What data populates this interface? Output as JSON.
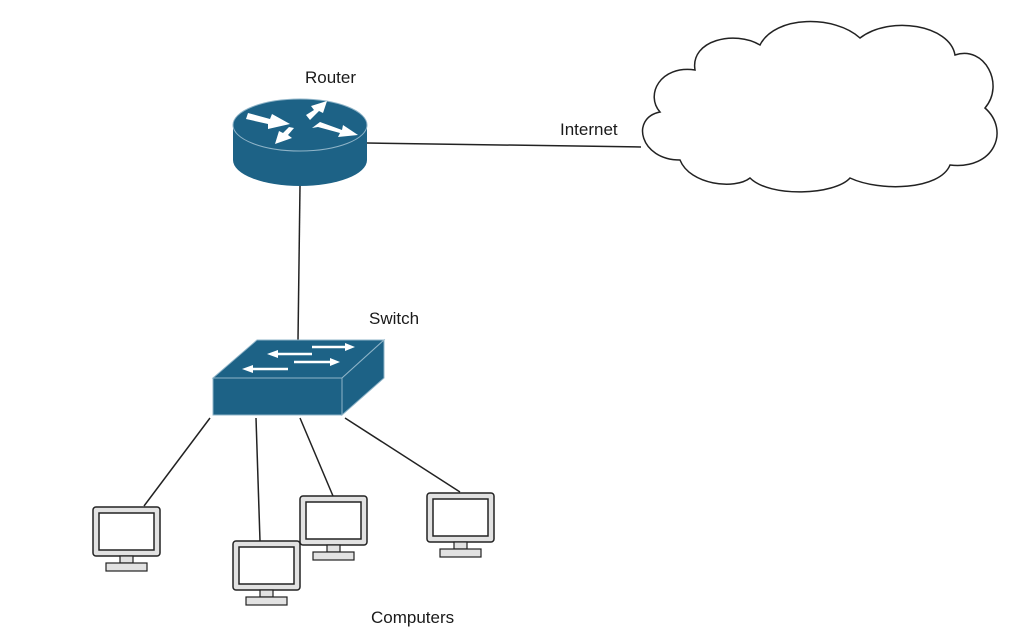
{
  "labels": {
    "router": "Router",
    "switch": "Switch",
    "internet": "Internet",
    "computers": "Computers"
  },
  "colors": {
    "device": "#1d6286",
    "device_dark": "#164f6d",
    "monitor_fill": "#e2e2e2",
    "line": "#222222"
  },
  "icons": [
    "router-icon",
    "switch-icon",
    "cloud-icon",
    "computer-icon"
  ]
}
